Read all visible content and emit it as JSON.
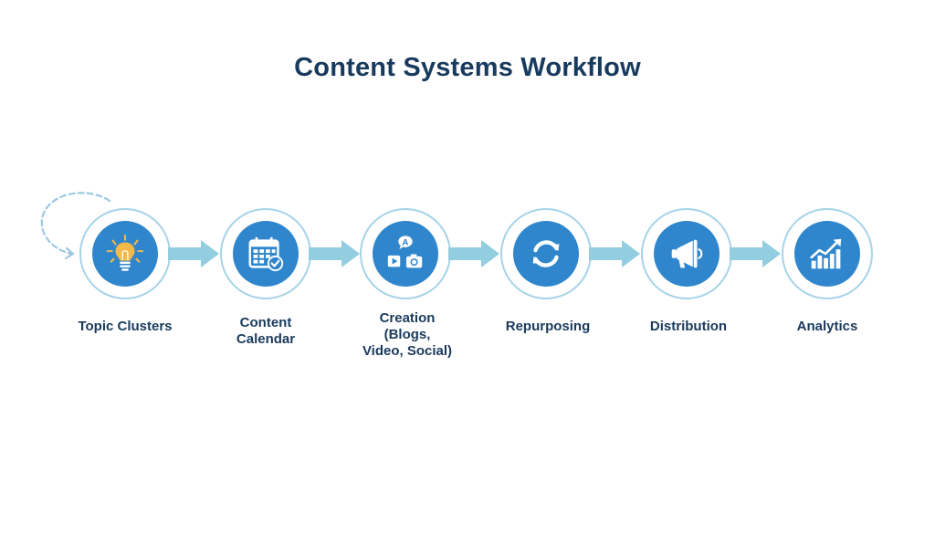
{
  "title": "Content Systems Workflow",
  "colors": {
    "title": "#173a5e",
    "disc": "#2f86cc",
    "ring": "#a6d3e8",
    "arrow": "#93cde0",
    "bulb": "#f2b84b",
    "label": "#1a3a5c"
  },
  "steps": [
    {
      "label": "Topic Clusters",
      "icon": "lightbulb-icon"
    },
    {
      "label": "Content Calendar",
      "icon": "calendar-check-icon"
    },
    {
      "label": "Creation (Blogs, Video, Social)",
      "icon": "media-icon"
    },
    {
      "label": "Repurposing",
      "icon": "refresh-icon"
    },
    {
      "label": "Distribution",
      "icon": "megaphone-icon"
    },
    {
      "label": "Analytics",
      "icon": "chart-up-icon"
    }
  ],
  "label_lines": {
    "s0": [
      "Topic Clusters"
    ],
    "s1": [
      "Content",
      "Calendar"
    ],
    "s2": [
      "Creation",
      "(Blogs,",
      "Video, Social)"
    ],
    "s3": [
      "Repurposing"
    ],
    "s4": [
      "Distribution"
    ],
    "s5": [
      "Analytics"
    ]
  }
}
